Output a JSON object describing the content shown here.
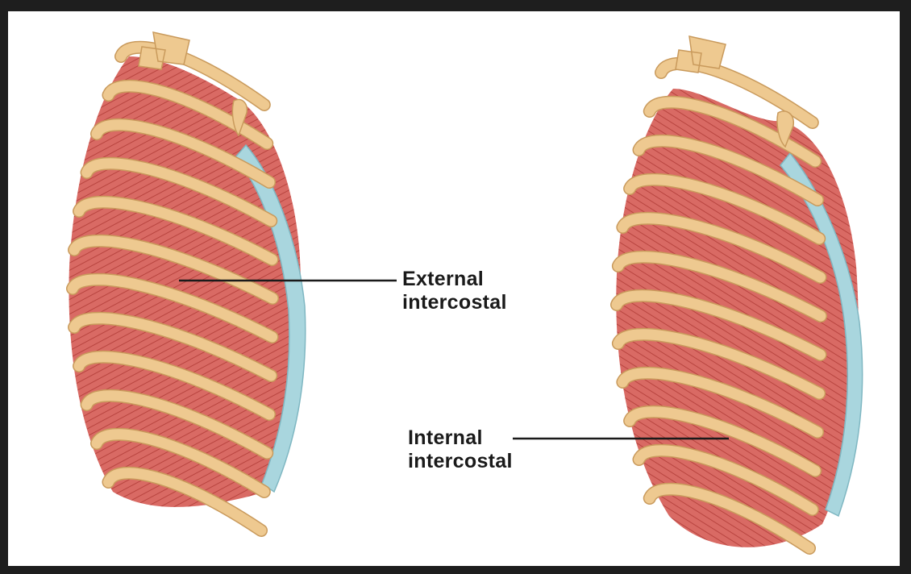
{
  "labels": {
    "external": {
      "line1": "External",
      "line2": "intercostal"
    },
    "internal": {
      "line1": "Internal",
      "line2": "intercostal"
    }
  },
  "colors": {
    "background": "#1e1e1e",
    "panel": "#ffffff",
    "muscle": "#d96a64",
    "muscle_dark": "#b8443f",
    "bone": "#eec990",
    "bone_edge": "#c99a5c",
    "cartilage": "#a9d6de",
    "leader_line": "#1a1a1a"
  }
}
